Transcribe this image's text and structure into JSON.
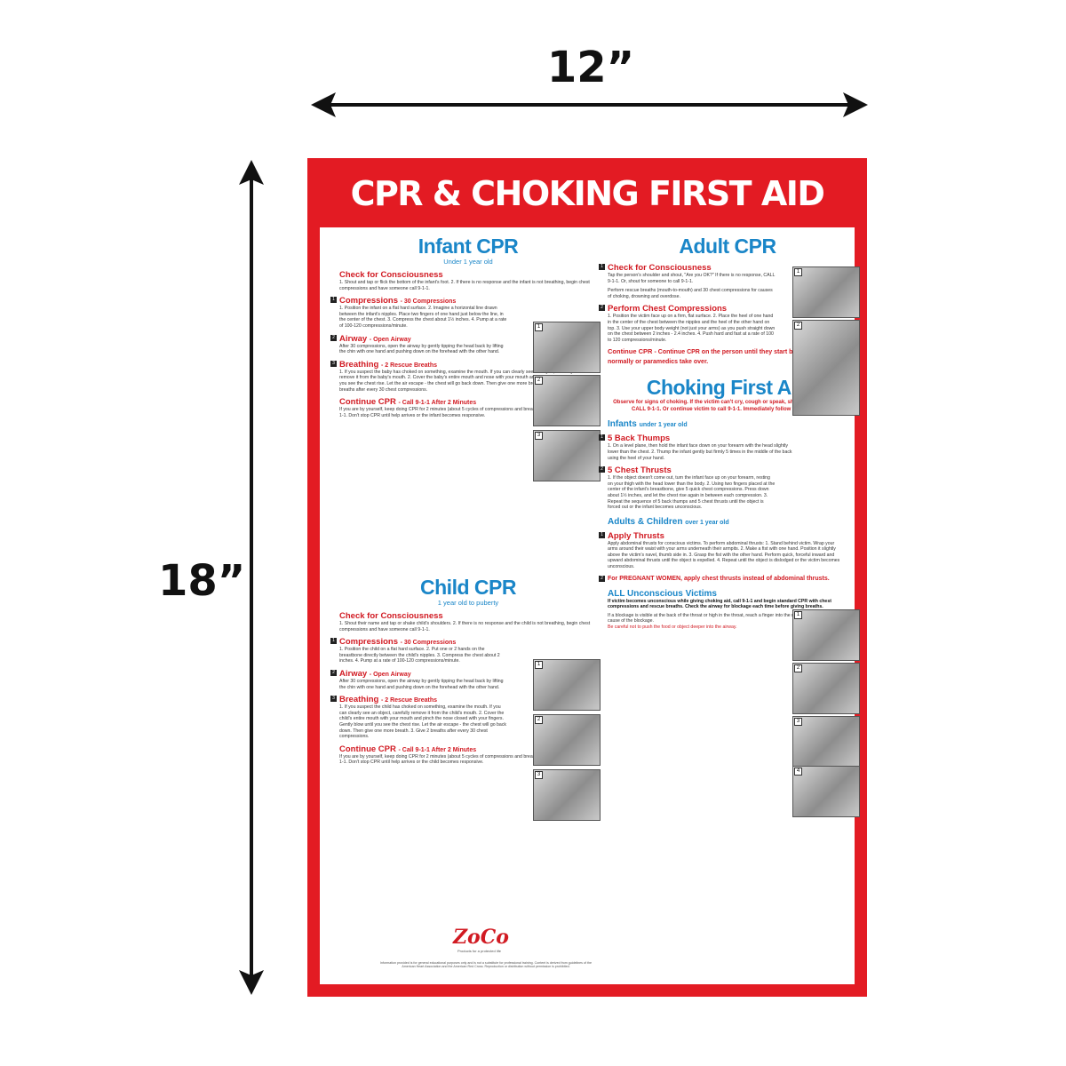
{
  "dimensions": {
    "width": "12”",
    "height": "18”"
  },
  "poster": {
    "title": "CPR & CHOKING FIRST AID",
    "infant": {
      "title": "Infant CPR",
      "subtitle": "Under 1 year old",
      "s1_head": "Check for Consciousness",
      "s1_body": "1. Shout and tap or flick the bottom of the infant's foot. 2. If there is no response and the infant is not breathing, begin chest compressions and have someone call 9-1-1.",
      "s2_head": "Compressions",
      "s2_sub": "- 30 Compressions",
      "s2_body": "1. Position the infant on a flat hard surface. 2. Imagine a horizontal line drawn between the infant's nipples. Place two fingers of one hand just below the line, in the center of the chest. 3. Compress the chest about 1½ inches. 4. Pump at a rate of 100-120 compressions/minute.",
      "s3_head": "Airway",
      "s3_sub": "- Open Airway",
      "s3_body": "After 30 compressions, open the airway by gently tipping the head back by lifting the chin with one hand and pushing down on the forehead with the other hand.",
      "s4_head": "Breathing",
      "s4_sub": "- 2 Rescue Breaths",
      "s4_body": "1. If you suspect the baby has choked on something, examine the mouth. If you can clearly see an object, carefully remove it from the baby's mouth. 2. Cover the baby's entire mouth and nose with your mouth and gently blow until you see the chest rise. Let the air escape - the chest will go back down. Then give one more breath. 3. Give 2 breaths after every 30 chest compressions.",
      "s5_head": "Continue CPR",
      "s5_sub": "- Call 9-1-1 After 2 Minutes",
      "s5_body": "If you are by yourself, keep doing CPR for 2 minutes (about 5 cycles of compressions and breaths) before calling 9-1-1. Don't stop CPR until help arrives or the infant becomes responsive."
    },
    "child": {
      "title": "Child CPR",
      "subtitle": "1 year old to puberty",
      "s1_head": "Check for Consciousness",
      "s1_body": "1. Shout their name and tap or shake child's shoulders. 2. If there is no response and the child is not breathing, begin chest compressions and have someone call 9-1-1.",
      "s2_head": "Compressions",
      "s2_sub": "- 30 Compressions",
      "s2_body": "1. Position the child on a flat hard surface. 2. Put one or 2 hands on the breastbone directly between the child's nipples. 3. Compress the chest about 2 inches. 4. Pump at a rate of 100-120 compressions/minute.",
      "s3_head": "Airway",
      "s3_sub": "- Open Airway",
      "s3_body": "After 30 compressions, open the airway by gently tipping the head back by lifting the chin with one hand and pushing down on the forehead with the other hand.",
      "s4_head": "Breathing",
      "s4_sub": "- 2 Rescue Breaths",
      "s4_body": "1. If you suspect the child has choked on something, examine the mouth. If you can clearly see an object, carefully remove it from the child's mouth. 2. Cover the child's entire mouth with your mouth and pinch the nose closed with your fingers. Gently blow until you see the chest rise. Let the air escape - the chest will go back down. Then give one more breath. 3. Give 2 breaths after every 30 chest compressions.",
      "s5_head": "Continue CPR",
      "s5_sub": "- Call 9-1-1 After 2 Minutes",
      "s5_body": "If you are by yourself, keep doing CPR for 2 minutes (about 5 cycles of compressions and breaths) before calling 9-1-1. Don't stop CPR until help arrives or the child becomes responsive."
    },
    "adult": {
      "title": "Adult CPR",
      "s1_head": "Check for Consciousness",
      "s1_body": "Tap the person's shoulder and shout, \"Are you OK?\" If there is no response, CALL 9-1-1. Or, shout for someone to call 9-1-1.",
      "s1_body2": "Perform rescue breaths (mouth-to-mouth) and 30 chest compressions for causes of choking, drowning and overdose.",
      "s2_head": "Perform Chest Compressions",
      "s2_body": "1. Position the victim face up on a firm, flat surface. 2. Place the heel of one hand in the center of the chest between the nipples and the heel of the other hand on top. 3. Use your upper body weight (not just your arms) as you push straight down on the chest between 2 inches - 2.4 inches. 4. Push hard and fast at a rate of 100 to 120 compressions/minute.",
      "s3_head": "Continue CPR",
      "s3_body": "- Continue CPR on the person until they start breathing normally or paramedics take over."
    },
    "choking": {
      "title": "Choking First Aid",
      "intro": "Observe for signs of choking. If the victim can't cry, cough or speak, shout for someone to CALL 9-1-1. Or continue victim to call 9-1-1. Immediately follow these steps:",
      "infants_head": "Infants",
      "infants_sub": "under 1 year old",
      "c1_head": "5 Back Thumps",
      "c1_body": "1. On a level plane, then hold the infant face down on your forearm with the head slightly lower than the chest. 2. Thump the infant gently but firmly 5 times in the middle of the back using the heel of your hand.",
      "c2_head": "5 Chest Thrusts",
      "c2_body": "1. If the object doesn't come out, turn the infant face up on your forearm, resting on your thigh with the head lower than the body. 2. Using two fingers placed at the center of the infant's breastbone, give 5 quick chest compressions. Press down about 1½ inches, and let the chest rise again in between each compression. 3. Repeat the sequence of 5 back thumps and 5 chest thrusts until the object is forced out or the infant becomes unconscious.",
      "adults_head": "Adults & Children",
      "adults_sub": "over 1 year old",
      "c3_head": "Apply Thrusts",
      "c3_body": "Apply abdominal thrusts for conscious victims. To perform abdominal thrusts: 1. Stand behind victim. Wrap your arms around their waist with your arms underneath their armpits. 2. Make a fist with one hand. Position it slightly above the victim's navel, thumb side in. 3. Grasp the fist with the other hand. Perform quick, forceful inward and upward abdominal thrusts until the object is expelled. 4. Repeat until the object is dislodged or the victim becomes unconscious.",
      "pregnant": "For PREGNANT WOMEN, apply chest thrusts instead of abdominal thrusts.",
      "uncon_head": "ALL Unconscious Victims",
      "uncon_body": "If victim becomes unconscious while giving choking aid, call 9-1-1 and begin standard CPR with chest compressions and rescue breaths. Check the airway for blockage each time before giving breaths.",
      "uncon_body2": "If a blockage is visible at the back of the throat or high in the throat, reach a finger into the mouth and sweep out the cause of the blockage.",
      "uncon_warn": "Be careful not to push the food or object deeper into the airway."
    },
    "logo": "ZoCo",
    "logo_tag": "Products for a protected life",
    "fine_print": "Information provided is for general educational purposes only and is not a substitute for professional training. Content is derived from guidelines of the American Heart Association and the American Red Cross. Reproduction or distribution without permission is prohibited."
  }
}
